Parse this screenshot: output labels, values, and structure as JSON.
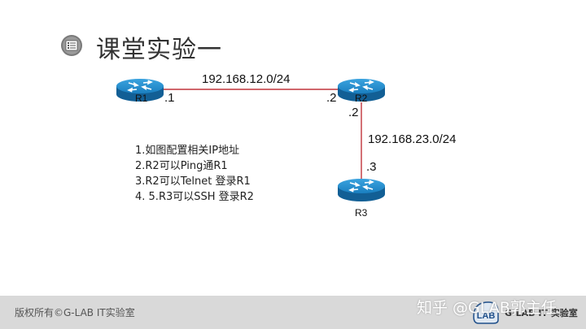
{
  "slide": {
    "title": "课堂实验一",
    "title_icon": "document-list-icon"
  },
  "network": {
    "routers": [
      {
        "id": "R1",
        "label": "R1"
      },
      {
        "id": "R2",
        "label": "R2"
      },
      {
        "id": "R3",
        "label": "R3"
      }
    ],
    "links": [
      {
        "from": "R1",
        "to": "R2",
        "subnet": "192.168.12.0/24",
        "from_if": ".1",
        "to_if": ".2"
      },
      {
        "from": "R2",
        "to": "R3",
        "subnet": "192.168.23.0/24",
        "from_if": ".2",
        "to_if": ".3"
      }
    ],
    "link_color": "#c0343a",
    "router_color": "#1a86c8"
  },
  "tasks": [
    "1.如图配置相关IP地址",
    "2.R2可以Ping通R1",
    "3.R2可以Telnet 登录R1",
    "4. 5.R3可以SSH 登录R2"
  ],
  "footer": {
    "copyright": "版权所有©G-LAB IT实验室",
    "watermark": "知乎 @GLAB郭主任",
    "logo_text": "LAB",
    "brand": "G-LAB IT 实验室"
  }
}
